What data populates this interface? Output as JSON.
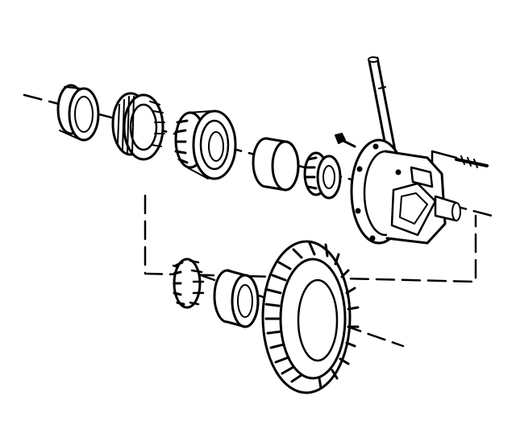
{
  "diagram": {
    "style": "black-and-white line art",
    "colors": {
      "ink": "#000000",
      "paper": "#ffffff"
    },
    "parts": [
      "bearing-cup-left",
      "side-bearing-shim",
      "side-bearing",
      "bearing-cup-right",
      "side-bearing-right",
      "bolt",
      "pinion-shaft",
      "lock-bolt",
      "differential-case",
      "pinion-gear",
      "side-gear-bearing",
      "ring-gear"
    ]
  }
}
